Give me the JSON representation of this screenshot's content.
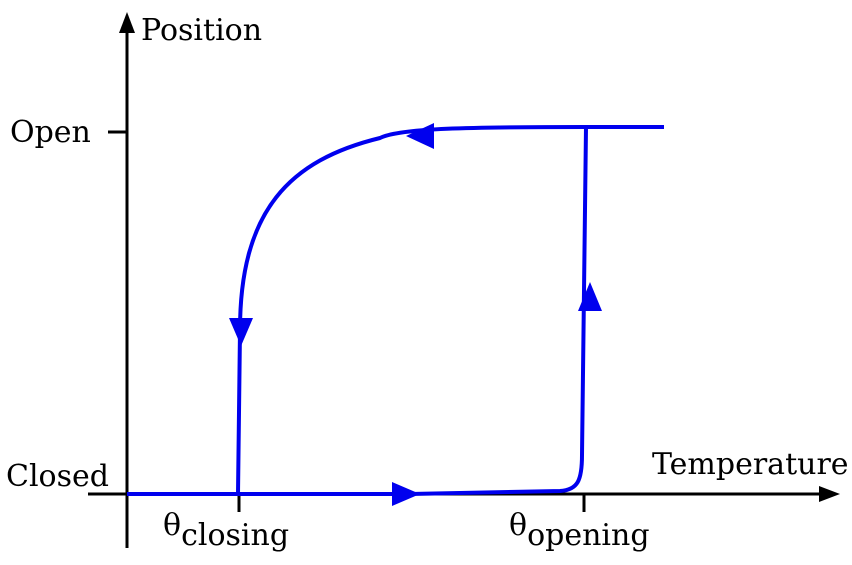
{
  "axes": {
    "y_label": "Position",
    "x_label": "Temperature",
    "y_tick_open": "Open",
    "y_tick_closed": "Closed",
    "x_tick_closing_symbol": "θ",
    "x_tick_closing_subscript": "closing",
    "x_tick_opening_symbol": "θ",
    "x_tick_opening_subscript": "opening"
  },
  "colors": {
    "curve": "#0000ee",
    "axes": "#000000"
  }
}
